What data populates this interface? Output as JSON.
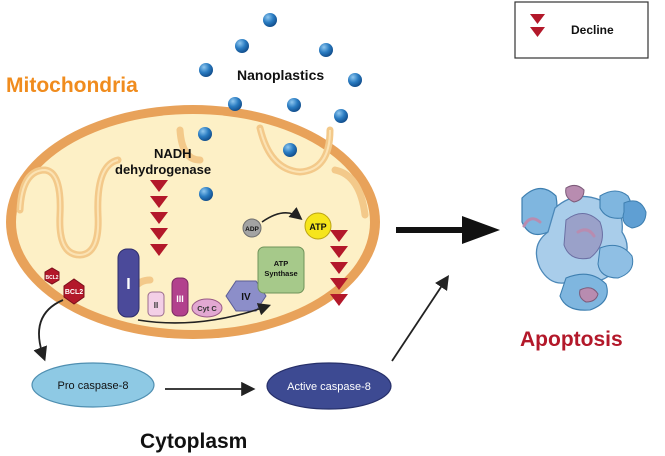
{
  "legend": {
    "label": "Decline",
    "icon": "double-chevron-down-icon",
    "color": "#b3182a"
  },
  "labels": {
    "mitochondria": "Mitochondria",
    "nanoplastics": "Nanoplastics",
    "nadh_line1": "NADH",
    "nadh_line2": "dehydrogenase",
    "apoptosis": "Apoptosis",
    "cytoplasm": "Cytoplasm"
  },
  "complexes": {
    "c1": "I",
    "c2": "II",
    "c3": "III",
    "cytc": "Cyt C",
    "c4": "IV",
    "atp_synthase_line1": "ATP",
    "atp_synthase_line2": "Synthase",
    "adp": "ADP",
    "atp": "ATP"
  },
  "bcl2": {
    "small": "BCL2",
    "large": "BCL2"
  },
  "caspases": {
    "pro": "Pro caspase-8",
    "active": "Active caspase-8"
  },
  "colors": {
    "mito_outer": "#e8a25a",
    "mito_fill": "#fdf0c6",
    "accent_orange": "#f08c1e",
    "decline_red": "#b3182a",
    "nanoplastic_blue": "#1f6fb6",
    "pro_caspase": "#8ec9e4",
    "active_caspase": "#3d4a92",
    "apoptosis_text": "#b3182a"
  }
}
